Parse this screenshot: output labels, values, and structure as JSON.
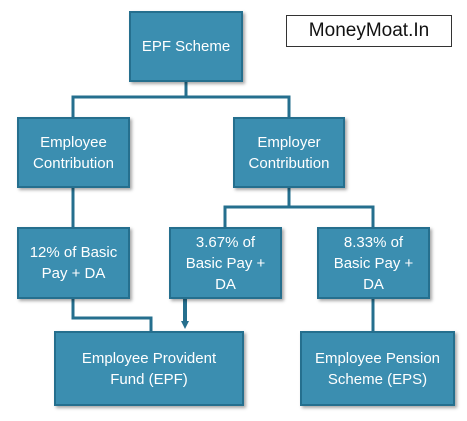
{
  "brand": {
    "text": "MoneyMoat.In"
  },
  "nodes": {
    "epf_scheme": "EPF Scheme",
    "employee_contribution": "Employee\nContribution",
    "employer_contribution": "Employer\nContribution",
    "employee_share": "12% of Basic\nPay + DA",
    "employer_epf_share": "3.67% of\nBasic Pay +\nDA",
    "employer_eps_share": "8.33% of\nBasic Pay +\nDA",
    "epf_fund": "Employee Provident\nFund (EPF)",
    "eps_scheme": "Employee Pension\nScheme (EPS)"
  },
  "colors": {
    "box_fill": "#3b8eb0",
    "box_border": "#256f8e",
    "connector": "#256f8e",
    "text": "#ffffff"
  }
}
